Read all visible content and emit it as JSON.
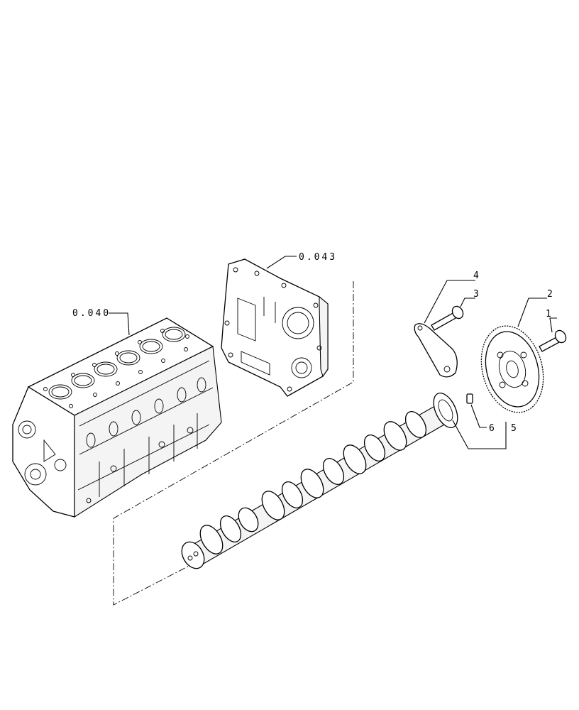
{
  "references": [
    {
      "id": "ref-block",
      "text": "0.040"
    },
    {
      "id": "ref-cover",
      "text": "0.043"
    }
  ],
  "callouts": [
    "1",
    "2",
    "3",
    "4",
    "5",
    "6"
  ],
  "parts": {
    "engine_block": "engine-block",
    "timing_cover": "timing-cover",
    "camshaft": "camshaft",
    "cam_gear": "camshaft-gear",
    "gear_bolt": "gear-bolt",
    "plate_bolt": "plate-bolt",
    "thrust_plate": "thrust-plate",
    "dowel_pin": "dowel-pin"
  }
}
